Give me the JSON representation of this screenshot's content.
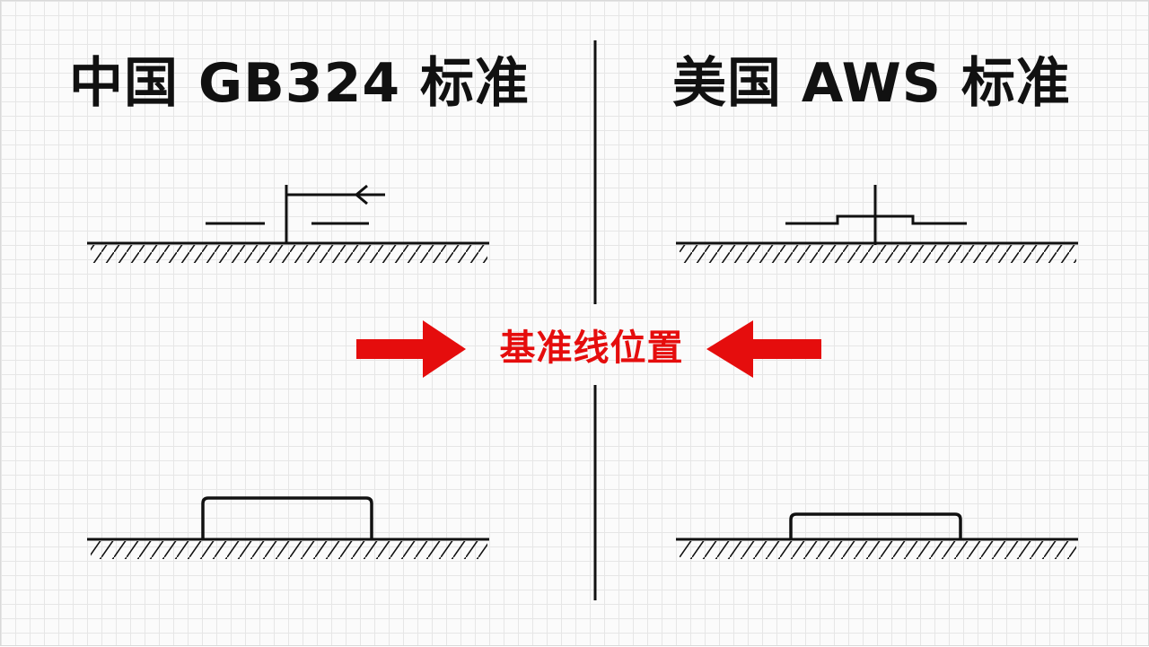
{
  "diagram": {
    "left_title": "中国 GB324 标准",
    "right_title": "美国 AWS 标准",
    "center_label": "基准线位置"
  },
  "colors": {
    "line": "#111111",
    "accent_red": "#e50d0d",
    "grid": "#e6e6e6",
    "background": "#fbfbfb"
  }
}
